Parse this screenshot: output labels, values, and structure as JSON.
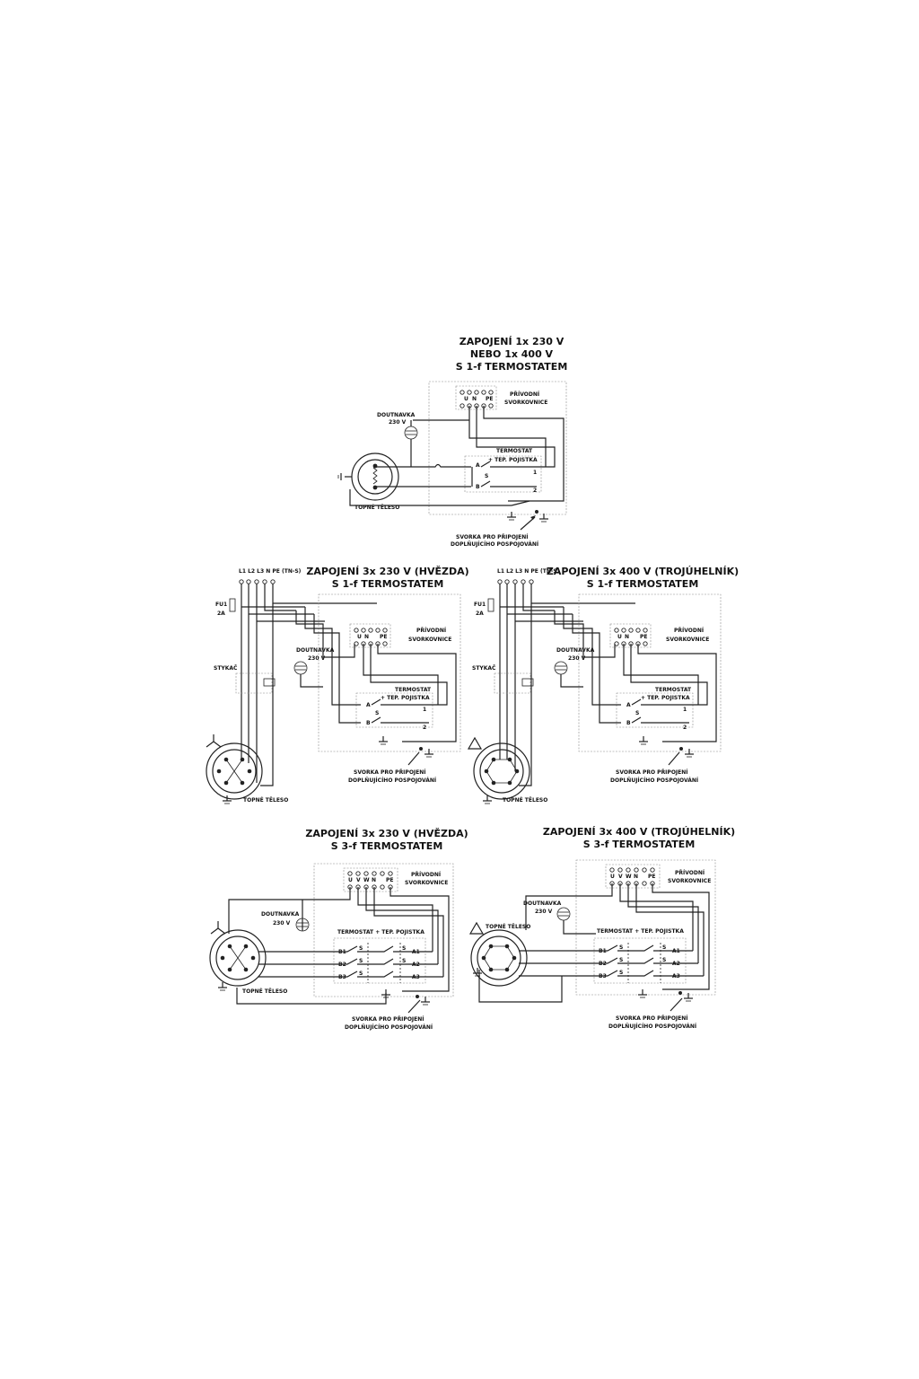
{
  "d1": {
    "title1": "ZAPOJENÍ 1x 230 V",
    "title2": "NEBO 1x 400 V",
    "title3": "S 1-f TERMOSTATEM",
    "prividni1": "PŘÍVODNÍ",
    "prividni2": "SVORKOVNICE",
    "terms": [
      "U",
      "N",
      "PE"
    ],
    "doutnavka": "DOUTNAVKA",
    "v230": "230 V",
    "termostat1": "TERMOSTAT",
    "termostat2": "+ TEP. POJISTKA",
    "a": "A",
    "b": "B",
    "s": "S",
    "n1": "1",
    "n2": "2",
    "topne": "TOPNÉ TĚLESO",
    "svorka1": "SVORKA PRO PŘIPOJENÍ",
    "svorka2": "DOPLŇUJÍCÍHO POSPOJOVÁNÍ"
  },
  "d2": {
    "title1": "ZAPOJENÍ 3x 230 V (HVĚZDA)",
    "title2": "S 1-f TERMOSTATEM",
    "lines": "L1 L2 L3  N  PE",
    "tns": "(TN-S)",
    "fu1": "FU1",
    "a2": "2A",
    "stykac": "STYKAČ",
    "prividni1": "PŘÍVODNÍ",
    "prividni2": "SVORKOVNICE",
    "terms": [
      "U",
      "N",
      "PE"
    ],
    "doutnavka": "DOUTNAVKA",
    "v230": "230 V",
    "termostat1": "TERMOSTAT",
    "termostat2": "+ TEP. POJISTKA",
    "a": "A",
    "b": "B",
    "s": "S",
    "n1": "1",
    "n2": "2",
    "topne": "TOPNÉ TĚLESO",
    "svorka1": "SVORKA PRO PŘIPOJENÍ",
    "svorka2": "DOPLŇUJÍCÍHO POSPOJOVÁNÍ"
  },
  "d3": {
    "title1": "ZAPOJENÍ 3x 400 V (TROJÚHELNÍK)",
    "title2": "S 1-f TERMOSTATEM",
    "lines": "L1 L2 L3  N  PE",
    "tns": "(TN-S)",
    "fu1": "FU1",
    "a2": "2A",
    "stykac": "STYKAČ",
    "prividni1": "PŘÍVODNÍ",
    "prividni2": "SVORKOVNICE",
    "terms": [
      "U",
      "N",
      "PE"
    ],
    "doutnavka": "DOUTNAVKA",
    "v230": "230 V",
    "termostat1": "TERMOSTAT",
    "termostat2": "+ TEP. POJISTKA",
    "a": "A",
    "b": "B",
    "s": "S",
    "n1": "1",
    "n2": "2",
    "topne": "TOPNÉ TĚLESO",
    "svorka1": "SVORKA PRO PŘIPOJENÍ",
    "svorka2": "DOPLŇUJÍCÍHO POSPOJOVÁNÍ"
  },
  "d4": {
    "title1": "ZAPOJENÍ 3x 230 V (HVĚZDA)",
    "title2": "S 3-f TERMOSTATEM",
    "prividni1": "PŘÍVODNÍ",
    "prividni2": "SVORKOVNICE",
    "terms": [
      "U",
      "V",
      "W",
      "N",
      "PE"
    ],
    "doutnavka": "DOUTNAVKA",
    "v230": "230 V",
    "termostat": "TERMOSTAT + TEP. POJISTKA",
    "b1": "B1",
    "b2": "B2",
    "b3": "B3",
    "a1": "A1",
    "a2": "A2",
    "a3": "A3",
    "s": "S",
    "topne": "TOPNÉ TĚLESO",
    "svorka1": "SVORKA PRO PŘIPOJENÍ",
    "svorka2": "DOPLŇUJÍCÍHO POSPOJOVÁNÍ"
  },
  "d5": {
    "title1": "ZAPOJENÍ 3x 400 V (TROJÚHELNÍK)",
    "title2": "S 3-f TERMOSTATEM",
    "prividni1": "PŘÍVODNÍ",
    "prividni2": "SVORKOVNICE",
    "terms": [
      "U",
      "V",
      "W",
      "N",
      "PE"
    ],
    "doutnavka": "DOUTNAVKA",
    "v230": "230 V",
    "termostat": "TERMOSTAT + TEP. POJISTKA",
    "b1": "B1",
    "b2": "B2",
    "b3": "B3",
    "a1": "A1",
    "a2": "A2",
    "a3": "A3",
    "s": "S",
    "topne": "TOPNÉ TĚLESO",
    "svorka1": "SVORKA PRO PŘIPOJENÍ",
    "svorka2": "DOPLŇUJÍCÍHO POSPOJOVÁNÍ"
  }
}
